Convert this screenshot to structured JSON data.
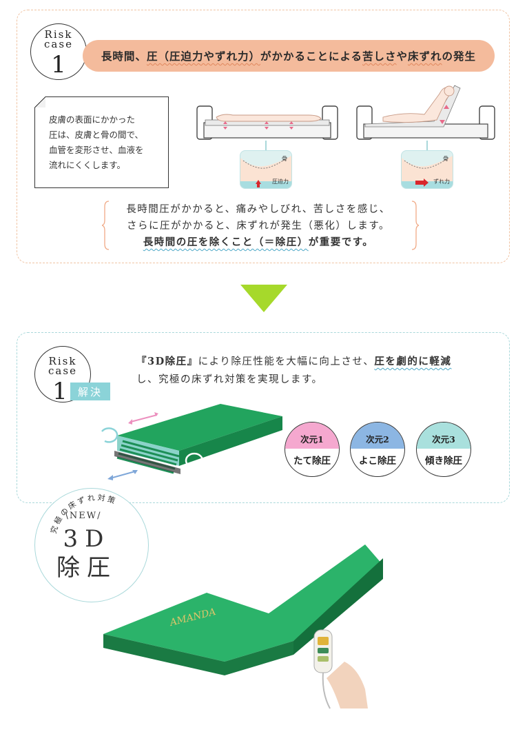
{
  "risk_case_1": {
    "risk_word": "Risk",
    "case_word": "case",
    "number": "1",
    "headline": {
      "prefix": "長時間、",
      "pressure": "圧（圧迫力やずれ力）",
      "middle": "がかかることによる",
      "pain": "苦しさ",
      "mid2": "や",
      "bedsore": "床ずれ",
      "suffix": "の発生"
    },
    "note_lines": [
      "皮膚の表面にかかった",
      "圧は、皮膚と骨の間で、",
      "血管を変形させ、血液を",
      "流れにくくします。"
    ],
    "zoom1": {
      "bone_label": "骨",
      "force_label": "圧迫力"
    },
    "zoom2": {
      "bone_label": "骨",
      "force_label": "ずれ力"
    },
    "summary": {
      "line1": "長時間圧がかかると、痛みやしびれ、苦しさを感じ、",
      "line2": "さらに圧がかかると、床ずれが発生（悪化）します。",
      "line3_emph": "長時間の圧を除くこと（＝除圧）",
      "line3_rest": "が重要です。"
    }
  },
  "solution": {
    "risk_word": "Risk",
    "case_word": "case",
    "number": "1",
    "label": "解決",
    "intro": {
      "emph1": "『3D除圧』",
      "part1": "により除圧性能を大幅に向上させ、",
      "emph2": "圧を劇的に軽減",
      "line2": "し、究極の床ずれ対策を実現します。"
    },
    "dimensions": [
      {
        "top": "次元1",
        "bottom": "たて除圧"
      },
      {
        "top": "次元2",
        "bottom": "よこ除圧"
      },
      {
        "top": "次元3",
        "bottom": "傾き除圧"
      }
    ]
  },
  "new_badge": {
    "arc_text": "究極の床ずれ対策",
    "new_label": "\\NEW/",
    "big_line1": "3D",
    "big_line2": "除圧"
  },
  "product": {
    "brand": "AMANDA"
  },
  "colors": {
    "pill": "#f4bb9c",
    "arrow": "#a6d92b",
    "mattress_green": "#2bb36a",
    "teal_accent": "#8bd3d8",
    "dim1": "#f5a8cf",
    "dim2": "#8cb6e3",
    "dim3": "#a9e0dd"
  }
}
